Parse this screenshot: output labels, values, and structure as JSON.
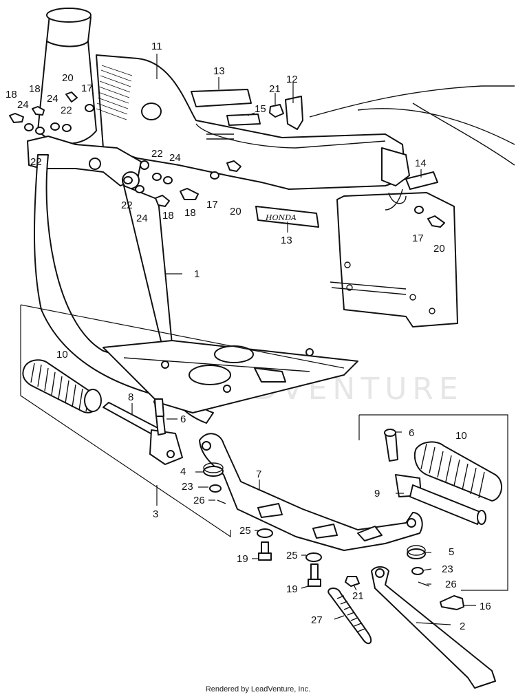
{
  "diagram": {
    "callouts": [
      {
        "id": "c1",
        "label": "1"
      },
      {
        "id": "c2",
        "label": "2"
      },
      {
        "id": "c3",
        "label": "3"
      },
      {
        "id": "c4",
        "label": "4"
      },
      {
        "id": "c5",
        "label": "5"
      },
      {
        "id": "c6a",
        "label": "6"
      },
      {
        "id": "c6b",
        "label": "6"
      },
      {
        "id": "c7",
        "label": "7"
      },
      {
        "id": "c8",
        "label": "8"
      },
      {
        "id": "c9",
        "label": "9"
      },
      {
        "id": "c10a",
        "label": "10"
      },
      {
        "id": "c10b",
        "label": "10"
      },
      {
        "id": "c11",
        "label": "11"
      },
      {
        "id": "c12",
        "label": "12"
      },
      {
        "id": "c13a",
        "label": "13"
      },
      {
        "id": "c13b",
        "label": "13"
      },
      {
        "id": "c14",
        "label": "14"
      },
      {
        "id": "c15",
        "label": "15"
      },
      {
        "id": "c16",
        "label": "16"
      },
      {
        "id": "c17a",
        "label": "17"
      },
      {
        "id": "c17b",
        "label": "17"
      },
      {
        "id": "c17c",
        "label": "17"
      },
      {
        "id": "c18a",
        "label": "18"
      },
      {
        "id": "c18b",
        "label": "18"
      },
      {
        "id": "c18c",
        "label": "18"
      },
      {
        "id": "c18d",
        "label": "18"
      },
      {
        "id": "c19a",
        "label": "19"
      },
      {
        "id": "c19b",
        "label": "19"
      },
      {
        "id": "c20a",
        "label": "20"
      },
      {
        "id": "c20b",
        "label": "20"
      },
      {
        "id": "c20c",
        "label": "20"
      },
      {
        "id": "c21a",
        "label": "21"
      },
      {
        "id": "c21b",
        "label": "21"
      },
      {
        "id": "c22a",
        "label": "22"
      },
      {
        "id": "c22b",
        "label": "22"
      },
      {
        "id": "c22c",
        "label": "22"
      },
      {
        "id": "c22d",
        "label": "22"
      },
      {
        "id": "c23a",
        "label": "23"
      },
      {
        "id": "c23b",
        "label": "23"
      },
      {
        "id": "c24a",
        "label": "24"
      },
      {
        "id": "c24b",
        "label": "24"
      },
      {
        "id": "c24c",
        "label": "24"
      },
      {
        "id": "c24d",
        "label": "24"
      },
      {
        "id": "c25a",
        "label": "25"
      },
      {
        "id": "c25b",
        "label": "25"
      },
      {
        "id": "c26a",
        "label": "26"
      },
      {
        "id": "c26b",
        "label": "26"
      },
      {
        "id": "c27",
        "label": "27"
      }
    ],
    "emblem_text": "HONDA",
    "watermark": "LEADVENTURE",
    "credit": "Rendered by LeadVenture, Inc."
  }
}
